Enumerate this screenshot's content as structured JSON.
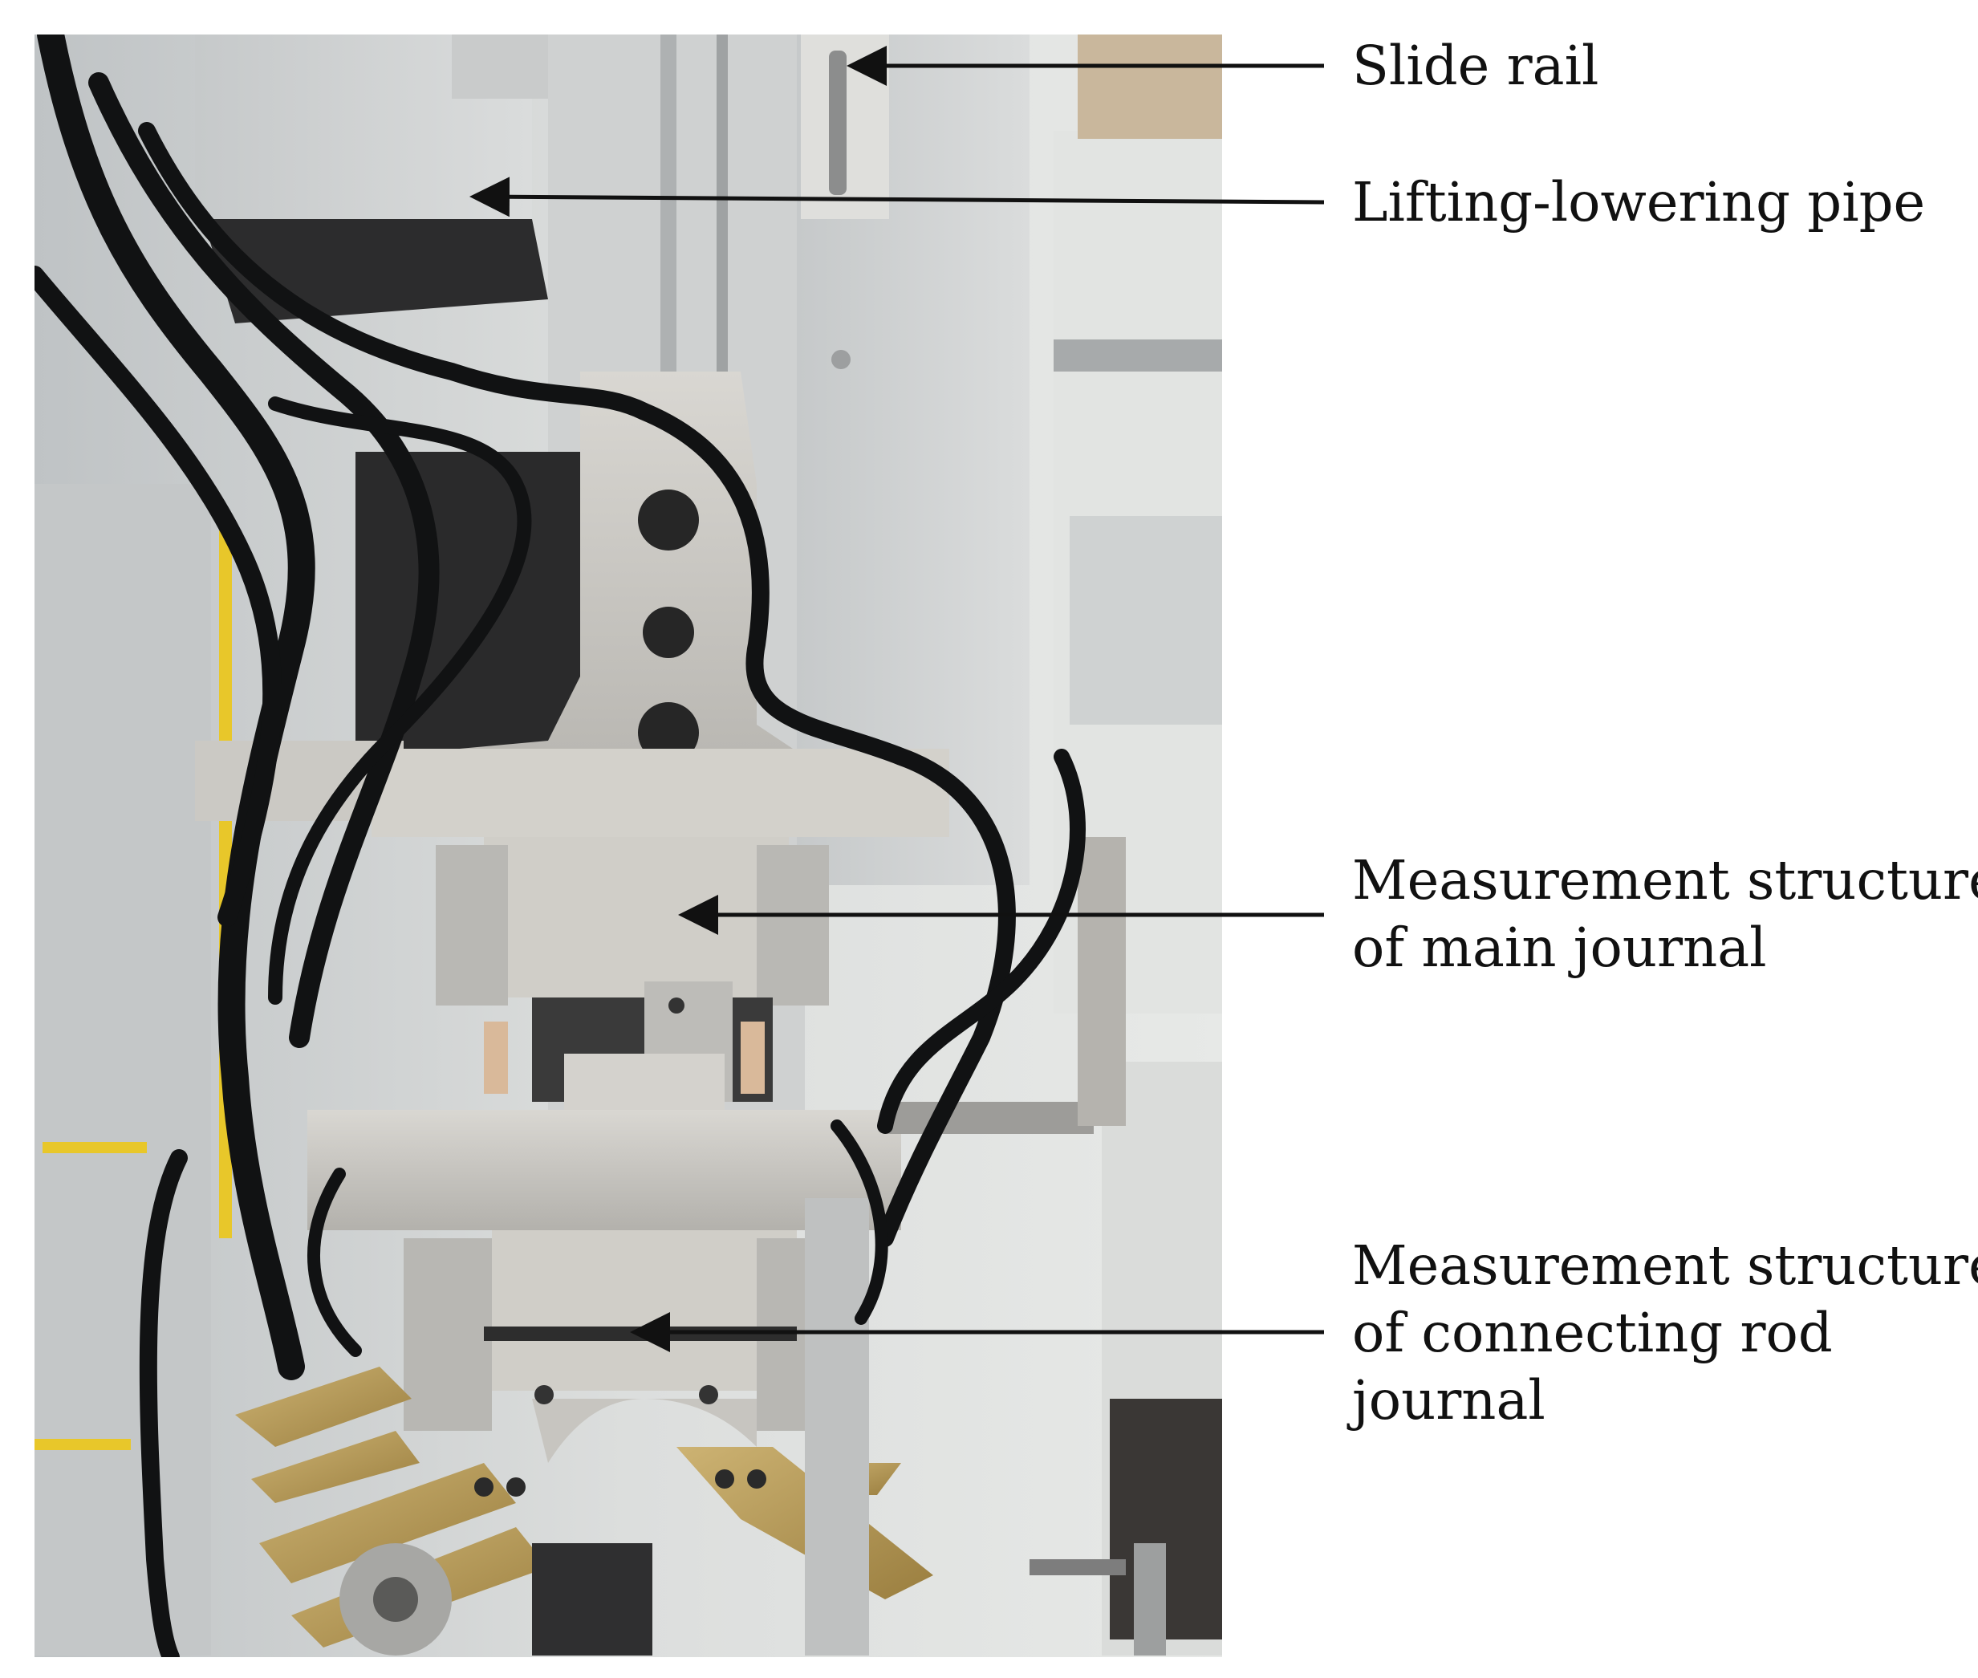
{
  "photo": {
    "subject": "crankshaft measuring head with gauge jaws",
    "palette": {
      "housing_light": "#d6d8d8",
      "housing_mid": "#b8bbbc",
      "steel": "#c8c6c1",
      "steel_dark": "#8e8f8f",
      "cable": "#101112",
      "jaw_brass": "#b79a58",
      "background": "#e6e8e6",
      "accent_yellow": "#e8c72a"
    }
  },
  "annotations": [
    {
      "id": "slide-rail",
      "lines": [
        "Slide rail"
      ]
    },
    {
      "id": "lifting-lowering-pipe",
      "lines": [
        "Lifting-lowering pipe"
      ]
    },
    {
      "id": "main-journal",
      "lines": [
        "Measurement structure",
        "of main journal"
      ]
    },
    {
      "id": "connecting-rod-journal",
      "lines": [
        "Measurement structure",
        "of connecting rod",
        "journal"
      ]
    }
  ],
  "arrow_color": "#111111"
}
